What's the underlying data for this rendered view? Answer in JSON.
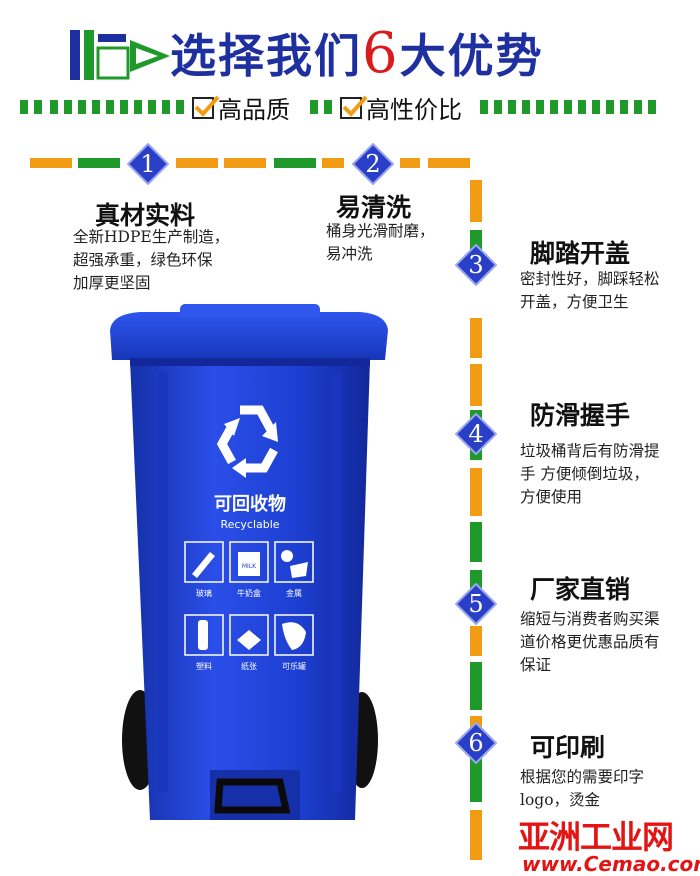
{
  "header": {
    "title_prefix": "选择我们",
    "title_number": "6",
    "title_suffix": "大优势"
  },
  "highlights": [
    "高品质",
    "高性价比"
  ],
  "features": [
    {
      "number": "1",
      "title": "真材实料",
      "desc": [
        "全新HDPE生产制造，",
        "超强承重，绿色环保",
        "加厚更坚固"
      ]
    },
    {
      "number": "2",
      "title": "易清洗",
      "desc": [
        "桶身光滑耐磨，",
        "易冲洗"
      ]
    },
    {
      "number": "3",
      "title": "脚踏开盖",
      "desc": [
        "密封性好，脚踩轻松",
        "开盖，方便卫生"
      ]
    },
    {
      "number": "4",
      "title": "防滑握手",
      "desc": [
        "垃圾桶背后有防滑提",
        "手  方便倾倒垃圾，",
        "方便使用"
      ]
    },
    {
      "number": "5",
      "title": "厂家直销",
      "desc": [
        "缩短与消费者购买渠",
        "道价格更优惠品质有",
        "保证"
      ]
    },
    {
      "number": "6",
      "title": "可印刷",
      "desc": [
        "根据您的需要印字",
        "logo，烫金"
      ]
    }
  ],
  "bin": {
    "label_cn": "可回收物",
    "label_en": "Recyclable",
    "categories": [
      "玻璃",
      "牛奶盒",
      "金属",
      "塑料",
      "纸张",
      "可乐罐"
    ],
    "milk_text": "MILK"
  },
  "watermark": {
    "brand": "亚洲工业网",
    "url": "www.Cemao.com"
  },
  "colors": {
    "blue": "#1e2fa0",
    "red": "#d91b1b",
    "green": "#1f9a2a",
    "orange": "#f29c14",
    "bin_blue": "#1d3fd1",
    "badge_blue": "#2a3fc7"
  }
}
